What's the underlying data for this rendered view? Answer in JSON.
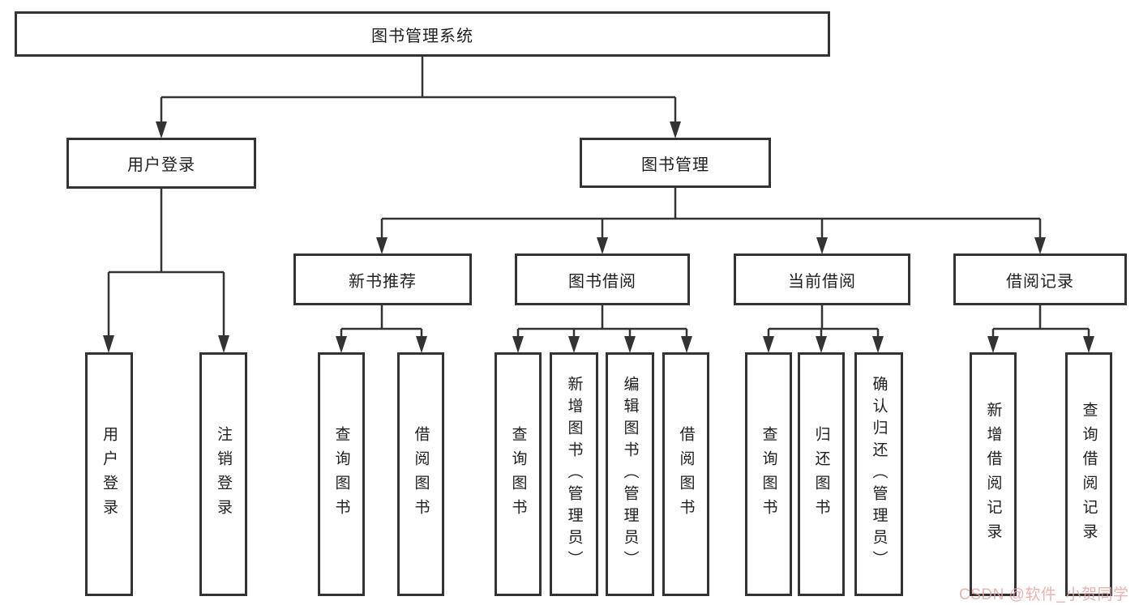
{
  "diagram_title": "图书管理系统",
  "tree": {
    "root": "图书管理系统",
    "children": [
      {
        "label": "用户登录",
        "children": [
          "用户登录",
          "注销登录"
        ]
      },
      {
        "label": "图书管理",
        "children": [
          {
            "label": "新书推荐",
            "children": [
              "查询图书",
              "借阅图书"
            ]
          },
          {
            "label": "图书借阅",
            "children": [
              "查询图书",
              "新增图书（管理员）",
              "编辑图书（管理员）",
              "借阅图书"
            ]
          },
          {
            "label": "当前借阅",
            "children": [
              "查询图书",
              "归还图书",
              "确认归还（管理员）"
            ]
          },
          {
            "label": "借阅记录",
            "children": [
              "新增借阅记录",
              "查询借阅记录"
            ]
          }
        ]
      }
    ]
  },
  "watermark": "CSDN @软件_小贺同学",
  "colors": {
    "line": "#333333",
    "box_border": "#333333",
    "text": "#1f1f1f",
    "background": "#ffffff",
    "watermark": "#eca2a2"
  }
}
